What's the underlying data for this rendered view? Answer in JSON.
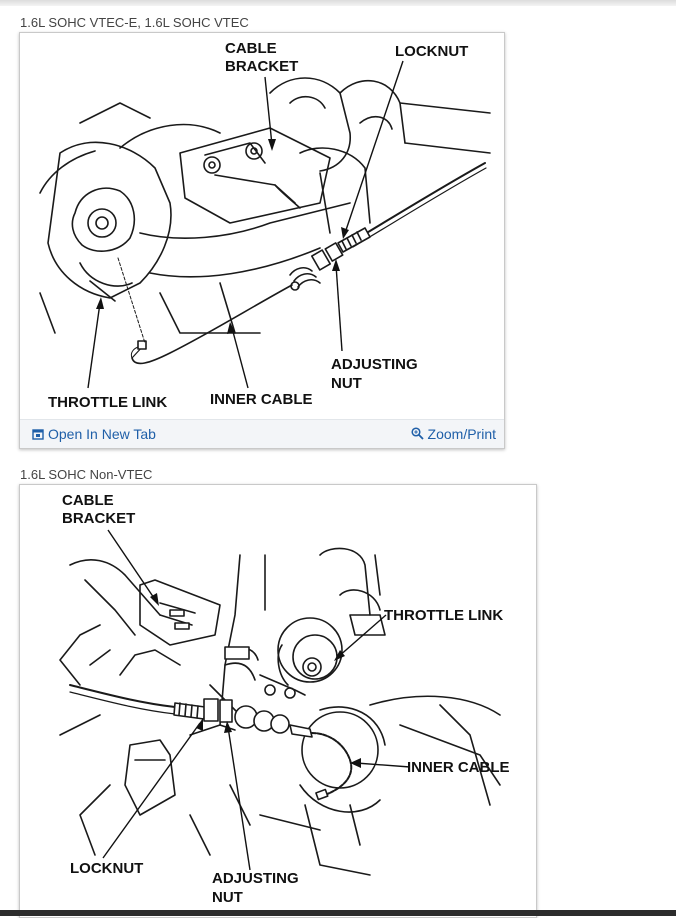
{
  "figure1": {
    "caption": "1.6L SOHC VTEC-E, 1.6L SOHC VTEC",
    "labels": {
      "cable_bracket_1": "CABLE",
      "cable_bracket_2": "BRACKET",
      "locknut": "LOCKNUT",
      "adjusting_nut_1": "ADJUSTING",
      "adjusting_nut_2": "NUT",
      "throttle_link": "THROTTLE LINK",
      "inner_cable": "INNER CABLE"
    },
    "open_link": "Open In New Tab",
    "zoom_link": "Zoom/Print"
  },
  "figure2": {
    "caption": "1.6L SOHC Non-VTEC",
    "labels": {
      "cable_bracket_1": "CABLE",
      "cable_bracket_2": "BRACKET",
      "throttle_link": "THROTTLE LINK",
      "inner_cable": "INNER CABLE",
      "locknut": "LOCKNUT",
      "adjusting_nut_1": "ADJUSTING",
      "adjusting_nut_2": "NUT"
    }
  },
  "icons": {
    "open": "open-in-new-tab-icon",
    "zoom": "magnifier-icon"
  },
  "colors": {
    "link": "#1f5fa8",
    "caption": "#444444",
    "footer_bg": "#f3f5f8"
  }
}
